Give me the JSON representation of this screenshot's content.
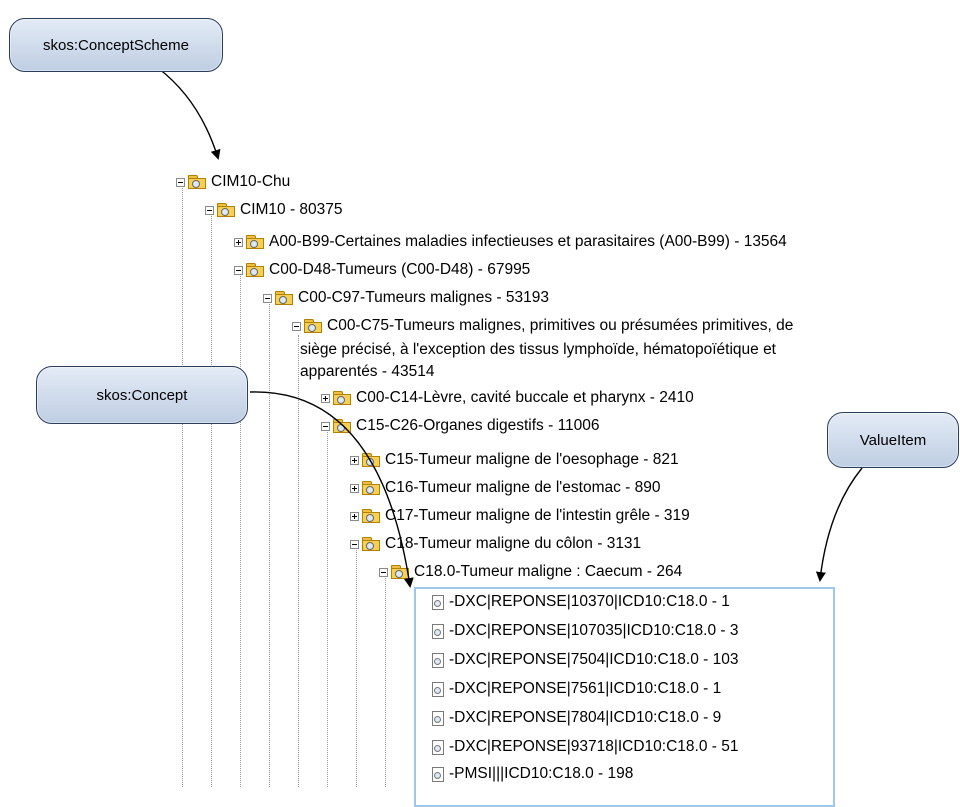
{
  "callouts": {
    "concept_scheme": "skos:ConceptScheme",
    "concept": "skos:Concept",
    "value_item": "ValueItem"
  },
  "tree": [
    {
      "label": "CIM10-Chu",
      "toggle": "minus",
      "icon": "folder"
    },
    {
      "label": "CIM10 - 80375",
      "toggle": "minus",
      "icon": "folder"
    },
    {
      "label": "A00-B99-Certaines maladies infectieuses et parasitaires (A00-B99) - 13564",
      "toggle": "plus",
      "icon": "folder"
    },
    {
      "label": "C00-D48-Tumeurs (C00-D48) - 67995",
      "toggle": "minus",
      "icon": "folder"
    },
    {
      "label": "C00-C97-Tumeurs malignes - 53193",
      "toggle": "minus",
      "icon": "folder"
    },
    {
      "label": "C00-C75-Tumeurs malignes, primitives ou présumées primitives, de",
      "toggle": "minus",
      "icon": "folder",
      "continuation": [
        "siège précisé, à l'exception des tissus lymphoïde, hématopoïétique et",
        "apparentés - 43514"
      ]
    },
    {
      "label": "C00-C14-Lèvre, cavité buccale et pharynx - 2410",
      "toggle": "plus",
      "icon": "folder"
    },
    {
      "label": "C15-C26-Organes digestifs - 11006",
      "toggle": "minus",
      "icon": "folder"
    },
    {
      "label": "C15-Tumeur maligne de l'oesophage - 821",
      "toggle": "plus",
      "icon": "folder"
    },
    {
      "label": "C16-Tumeur maligne de l'estomac - 890",
      "toggle": "plus",
      "icon": "folder"
    },
    {
      "label": "C17-Tumeur maligne de l'intestin grêle - 319",
      "toggle": "plus",
      "icon": "folder"
    },
    {
      "label": "C18-Tumeur maligne du côlon - 3131",
      "toggle": "minus",
      "icon": "folder"
    },
    {
      "label": "C18.0-Tumeur maligne : Caecum - 264",
      "toggle": "minus",
      "icon": "folder"
    },
    {
      "label": "-DXC|REPONSE|10370|ICD10:C18.0 - 1",
      "toggle": "none",
      "icon": "doc"
    },
    {
      "label": "-DXC|REPONSE|107035|ICD10:C18.0 - 3",
      "toggle": "none",
      "icon": "doc"
    },
    {
      "label": "-DXC|REPONSE|7504|ICD10:C18.0 - 103",
      "toggle": "none",
      "icon": "doc"
    },
    {
      "label": "-DXC|REPONSE|7561|ICD10:C18.0 - 1",
      "toggle": "none",
      "icon": "doc"
    },
    {
      "label": "-DXC|REPONSE|7804|ICD10:C18.0 - 9",
      "toggle": "none",
      "icon": "doc"
    },
    {
      "label": "-DXC|REPONSE|93718|ICD10:C18.0 - 51",
      "toggle": "none",
      "icon": "doc"
    },
    {
      "label": "-PMSI|||ICD10:C18.0 - 198",
      "toggle": "none",
      "icon": "doc"
    }
  ]
}
